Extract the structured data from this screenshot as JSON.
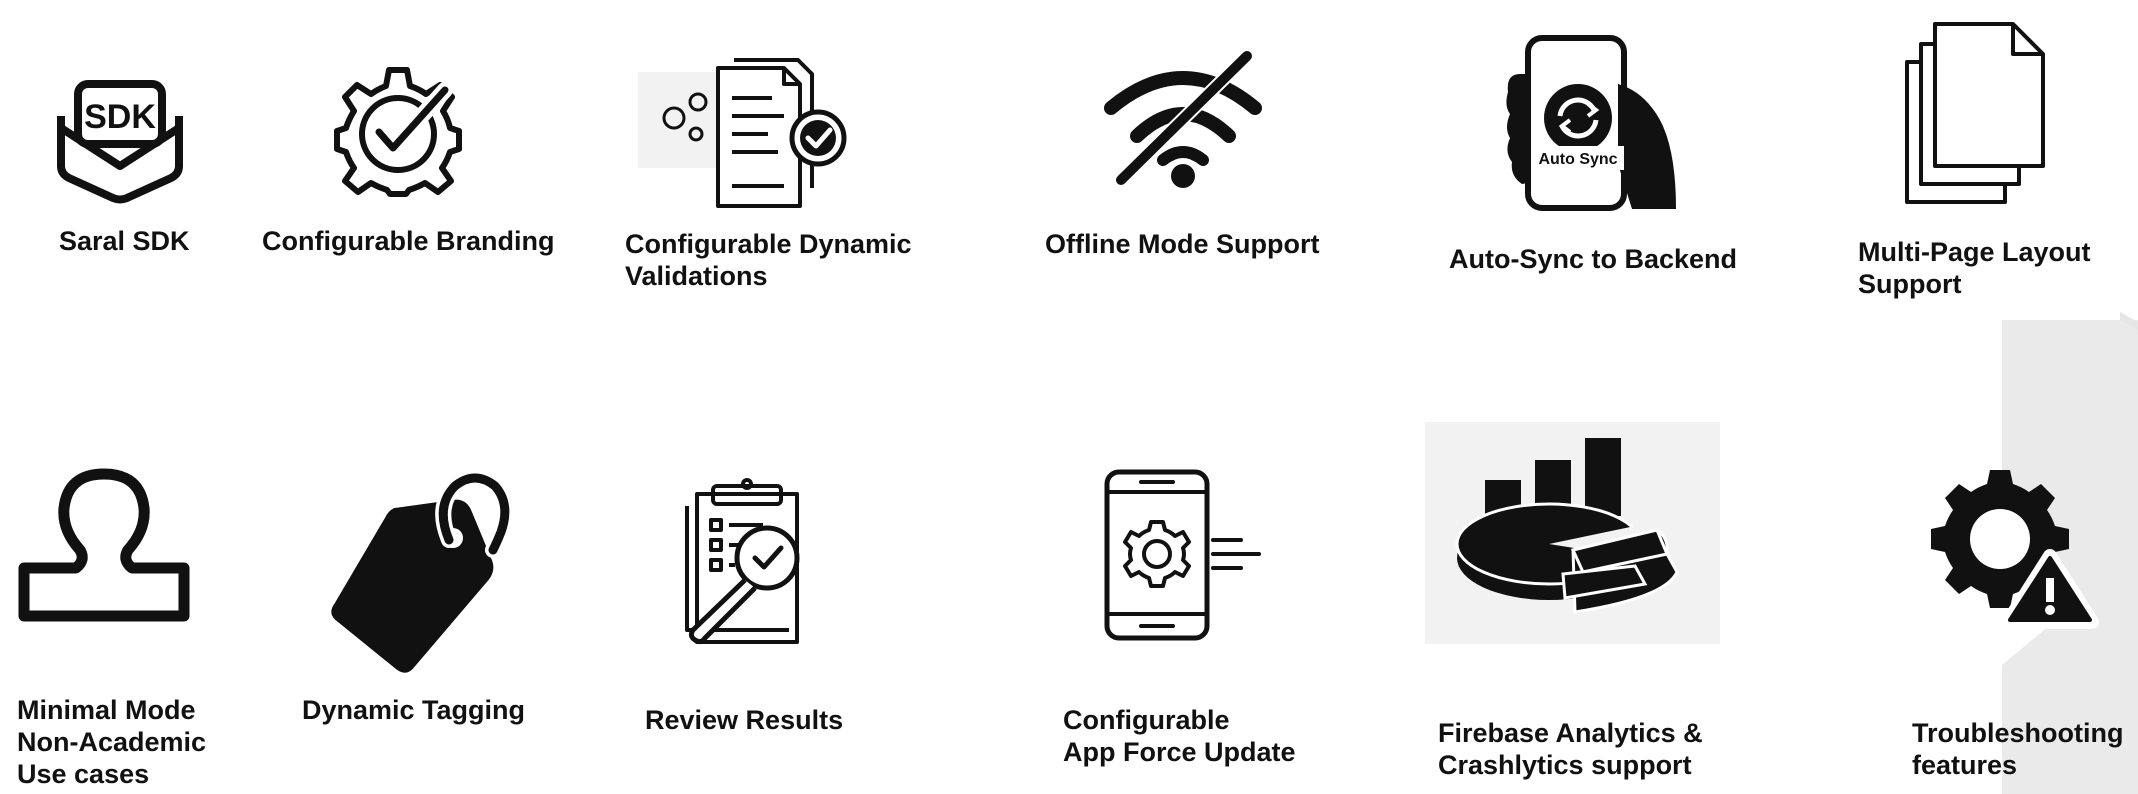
{
  "colors": {
    "background": "#ffffff",
    "ink": "#111111",
    "decor_gray": "#e6e6e6",
    "icon_backdrop": "#f2f2f2"
  },
  "features": [
    {
      "id": "saral-sdk",
      "icon": "sdk-envelope-icon",
      "icon_text": "SDK",
      "label": [
        "Saral SDK"
      ]
    },
    {
      "id": "configurable-branding",
      "icon": "gear-check-icon",
      "label": [
        "Configurable Branding"
      ]
    },
    {
      "id": "configurable-dynamic-validations",
      "icon": "documents-check-gears-icon",
      "label": [
        "Configurable Dynamic",
        "Validations"
      ]
    },
    {
      "id": "offline-mode-support",
      "icon": "wifi-off-icon",
      "label": [
        "Offline Mode Support"
      ]
    },
    {
      "id": "auto-sync-to-backend",
      "icon": "phone-auto-sync-icon",
      "icon_text": "Auto Sync",
      "label": [
        "Auto-Sync to Backend"
      ]
    },
    {
      "id": "multi-page-layout-support",
      "icon": "stacked-pages-icon",
      "label": [
        "Multi-Page Layout",
        "Support"
      ]
    },
    {
      "id": "minimal-mode",
      "icon": "stamp-icon",
      "label": [
        "Minimal Mode",
        "Non-Academic",
        "Use cases"
      ]
    },
    {
      "id": "dynamic-tagging",
      "icon": "tag-icon",
      "label": [
        "Dynamic Tagging"
      ]
    },
    {
      "id": "review-results",
      "icon": "clipboard-magnifier-icon",
      "label": [
        "Review Results"
      ]
    },
    {
      "id": "app-force-update",
      "icon": "phone-gear-icon",
      "label": [
        "Configurable",
        "App Force Update"
      ]
    },
    {
      "id": "firebase-analytics",
      "icon": "analytics-chart-icon",
      "label": [
        "Firebase Analytics &",
        "Crashlytics support"
      ]
    },
    {
      "id": "troubleshooting-features",
      "icon": "gear-warning-icon",
      "label": [
        "Troubleshooting",
        "features"
      ]
    }
  ]
}
